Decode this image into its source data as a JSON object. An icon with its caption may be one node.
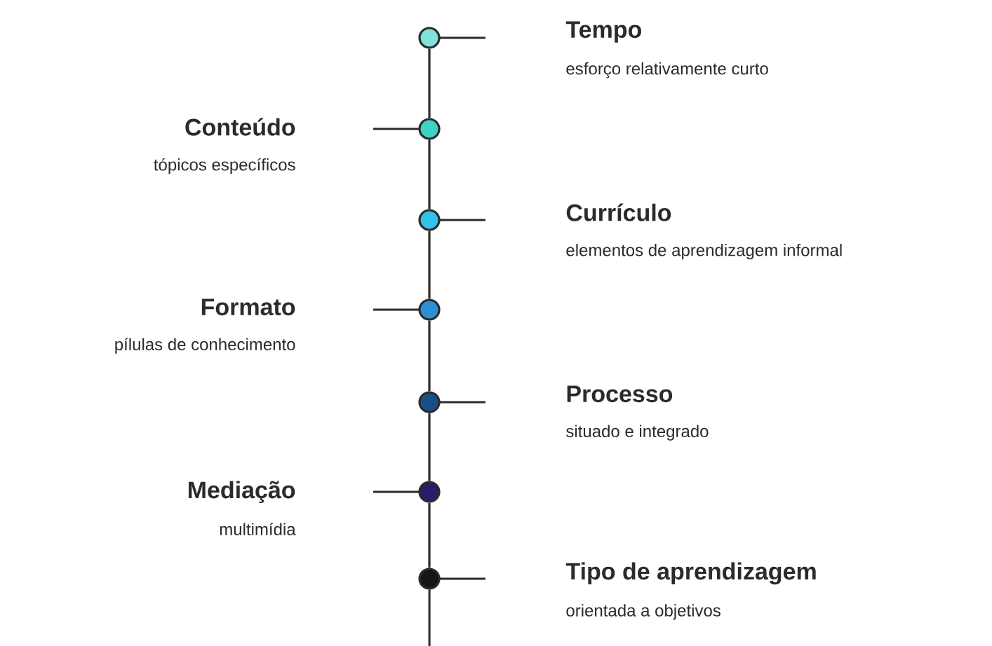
{
  "diagram": {
    "nodes": [
      {
        "text": [
          "Tempo",
          "esforço relativamente curto"
        ]
      },
      {
        "text": [
          "Conteúdo",
          "tópicos específicos"
        ]
      },
      {
        "text": [
          "Currículo",
          "elementos de aprendizagem informal"
        ]
      },
      {
        "text": [
          "Formato",
          "pílulas de conhecimento"
        ]
      },
      {
        "text": [
          "Processo",
          "situado e integrado"
        ]
      },
      {
        "text": [
          "Mediação",
          "multimídia"
        ]
      },
      {
        "text": [
          "Tipo de aprendizagem",
          "orientada a objetivos"
        ]
      },
      {
        "text": [],
        "shape": "circle"
      },
      {
        "text": [],
        "shape": "circle"
      },
      {
        "text": [],
        "shape": "circle"
      },
      {
        "text": [],
        "shape": "circle"
      },
      {
        "text": [],
        "shape": "circle"
      },
      {
        "text": [],
        "shape": "circle"
      },
      {
        "text": [],
        "shape": "circle"
      }
    ],
    "edges": [
      {
        "from": 7,
        "to": 8,
        "arrow": "none"
      },
      {
        "from": 8,
        "to": 9,
        "arrow": "none"
      },
      {
        "from": 9,
        "to": 10,
        "arrow": "none"
      },
      {
        "from": 10,
        "to": 11,
        "arrow": "none"
      },
      {
        "from": 11,
        "to": 12,
        "arrow": "none"
      },
      {
        "from": 12,
        "to": 13,
        "arrow": "none"
      },
      {
        "from": 13,
        "to": null,
        "arrow": "none"
      }
    ]
  }
}
